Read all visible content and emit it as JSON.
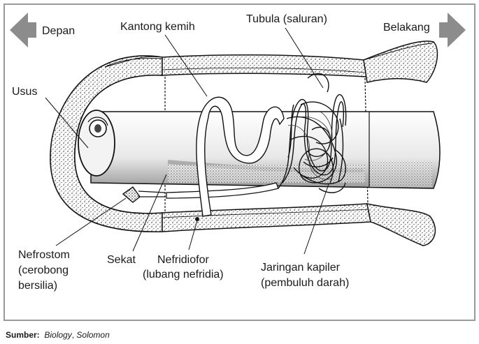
{
  "directions": {
    "front": "Depan",
    "back": "Belakang"
  },
  "labels": {
    "kantong_kemih": "Kantong kemih",
    "tubula": "Tubula (saluran)",
    "usus": "Usus",
    "nefrostom_1": "Nefrostom",
    "nefrostom_2": "(cerobong",
    "nefrostom_3": "bersilia)",
    "sekat": "Sekat",
    "nefridiofor_1": "Nefridiofor",
    "nefridiofor_2": "(lubang nefridia)",
    "jaringan_1": "Jaringan kapiler",
    "jaringan_2": "(pembuluh darah)"
  },
  "source": {
    "prefix": "Sumber:",
    "title": "Biology",
    "author": "Solomon"
  }
}
